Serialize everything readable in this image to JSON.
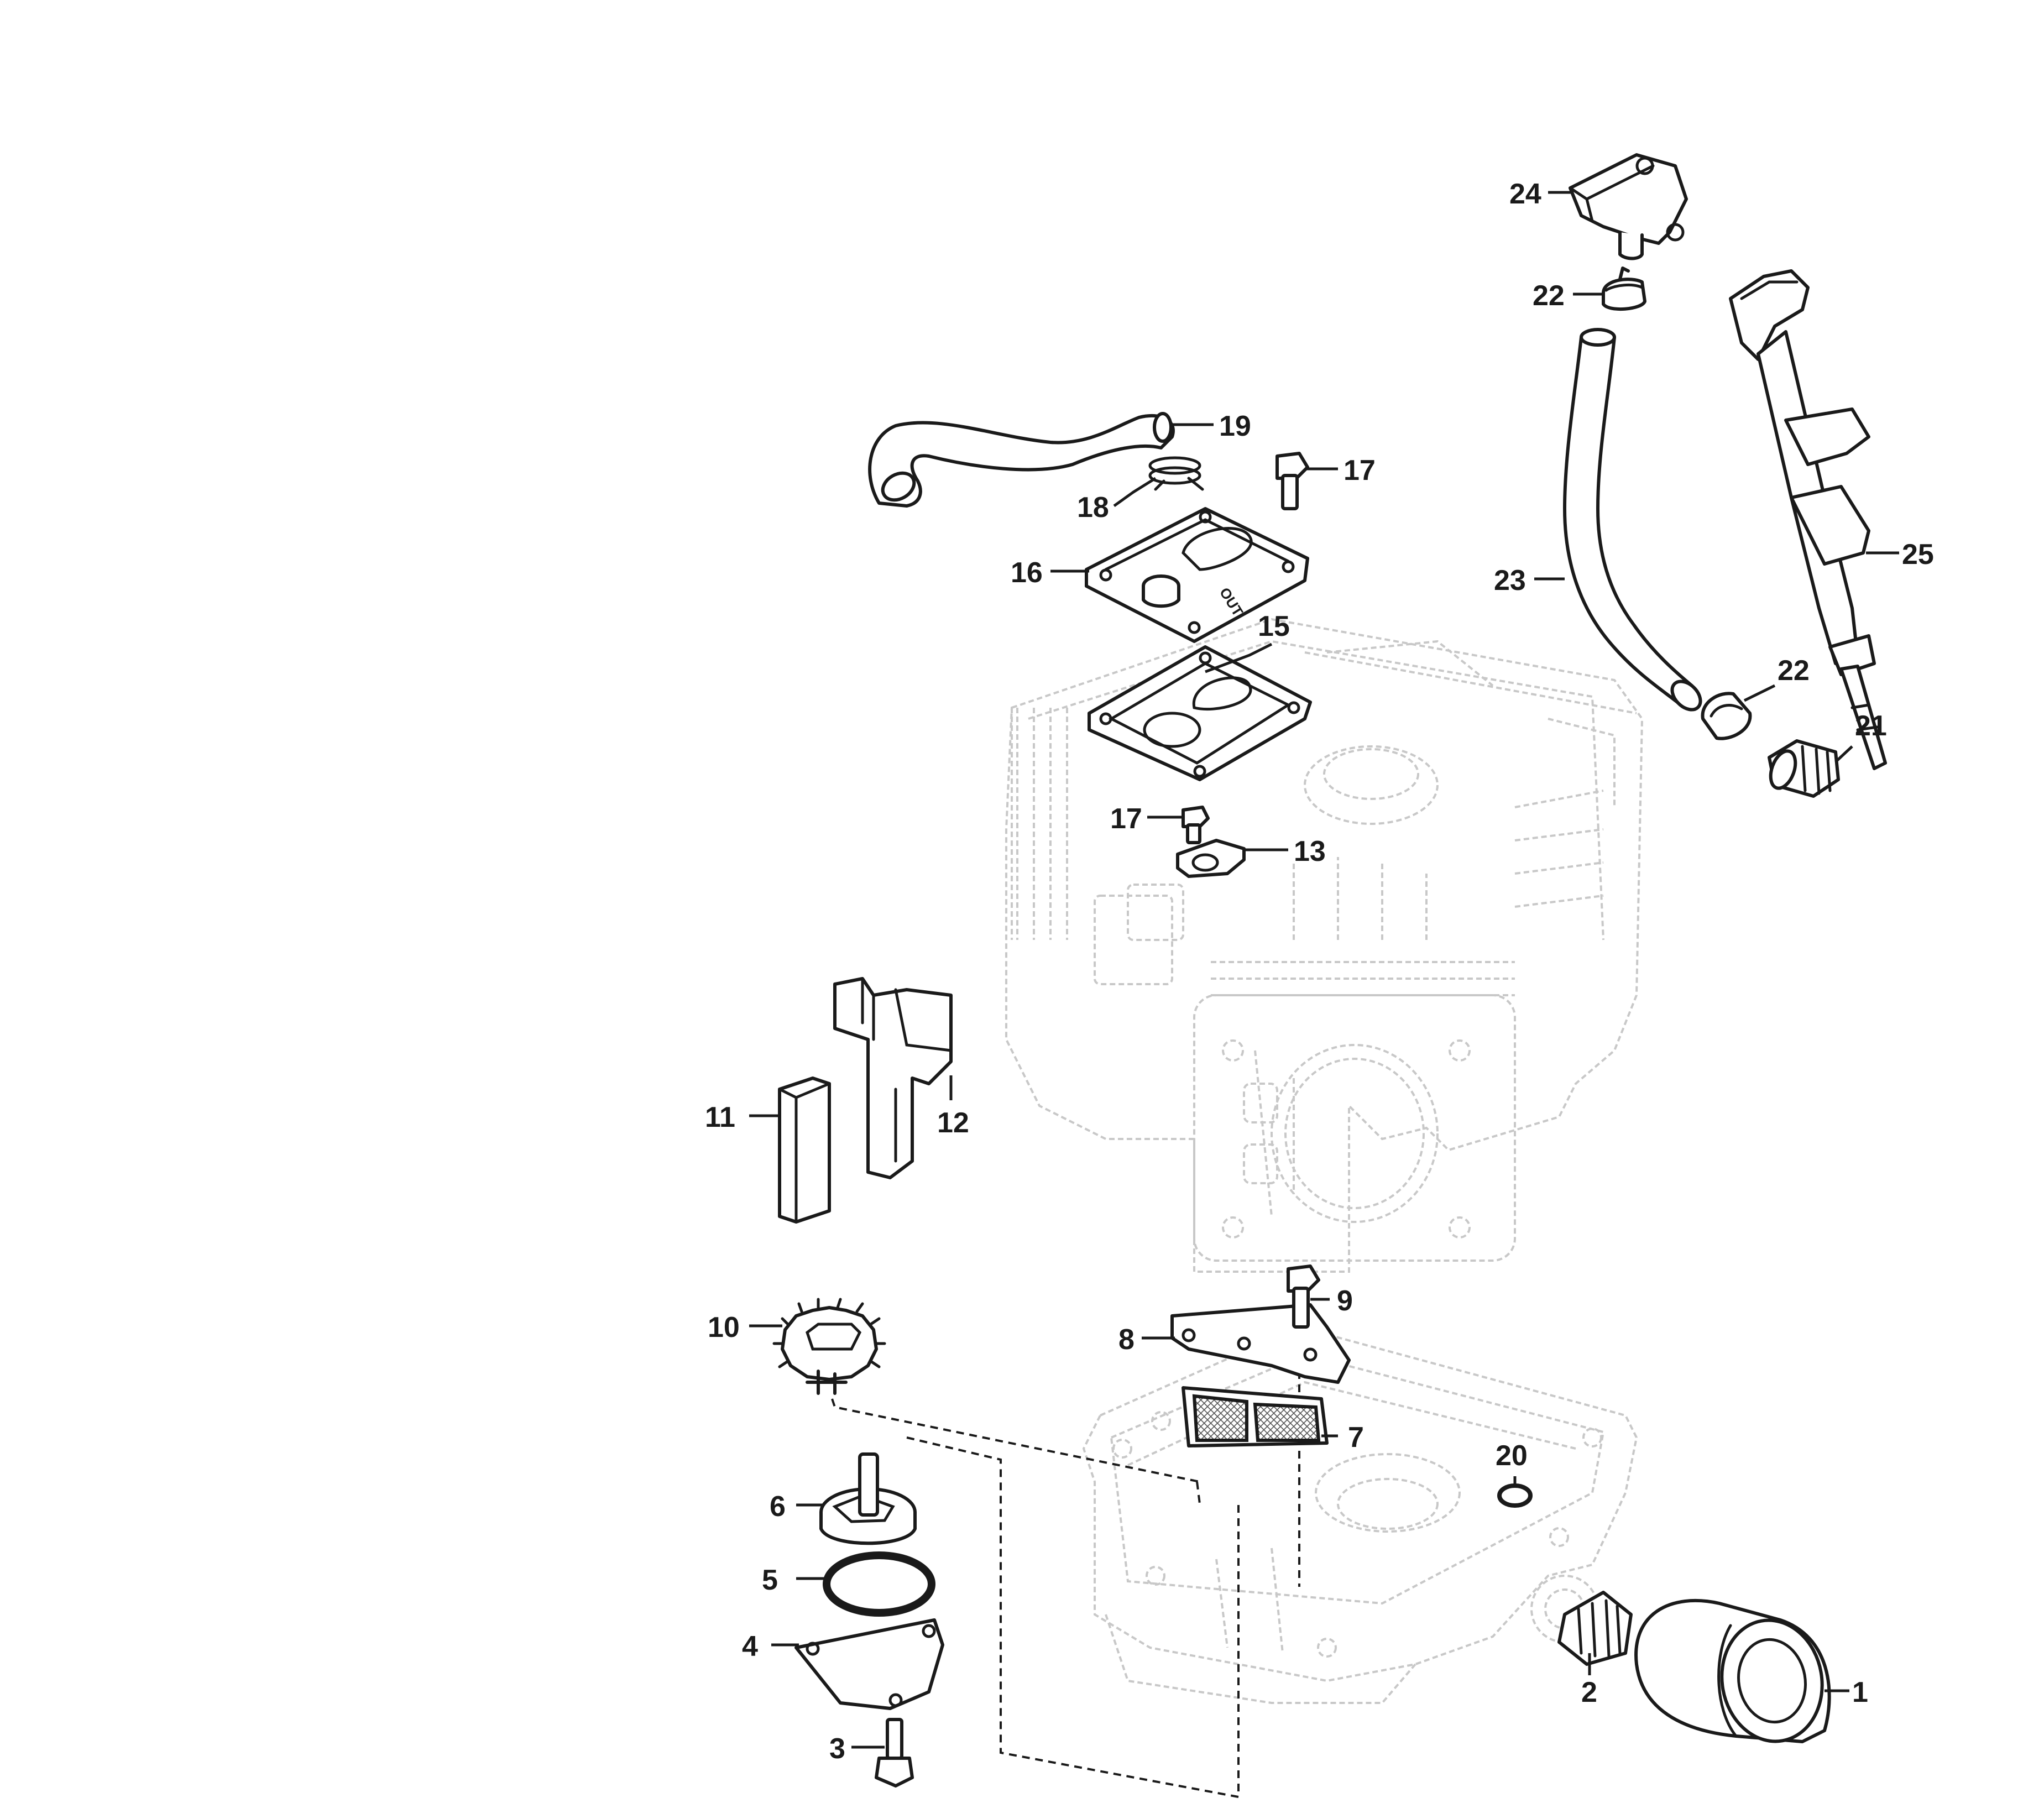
{
  "labels": [
    {
      "id": "p1",
      "text": "1"
    },
    {
      "id": "p2",
      "text": "2"
    },
    {
      "id": "p3",
      "text": "3"
    },
    {
      "id": "p4",
      "text": "4"
    },
    {
      "id": "p5",
      "text": "5"
    },
    {
      "id": "p6",
      "text": "6"
    },
    {
      "id": "p7",
      "text": "7"
    },
    {
      "id": "p8",
      "text": "8"
    },
    {
      "id": "p9",
      "text": "9"
    },
    {
      "id": "p10",
      "text": "10"
    },
    {
      "id": "p11",
      "text": "11"
    },
    {
      "id": "p12",
      "text": "12"
    },
    {
      "id": "p13",
      "text": "13"
    },
    {
      "id": "p15",
      "text": "15"
    },
    {
      "id": "p16",
      "text": "16"
    },
    {
      "id": "p17a",
      "text": "17"
    },
    {
      "id": "p17b",
      "text": "17"
    },
    {
      "id": "p18",
      "text": "18"
    },
    {
      "id": "p19",
      "text": "19"
    },
    {
      "id": "p20",
      "text": "20"
    },
    {
      "id": "p21",
      "text": "21"
    },
    {
      "id": "p22a",
      "text": "22"
    },
    {
      "id": "p22b",
      "text": "22"
    },
    {
      "id": "p23",
      "text": "23"
    },
    {
      "id": "p24",
      "text": "24"
    },
    {
      "id": "p25",
      "text": "25"
    }
  ],
  "cover_marking": "OUT"
}
